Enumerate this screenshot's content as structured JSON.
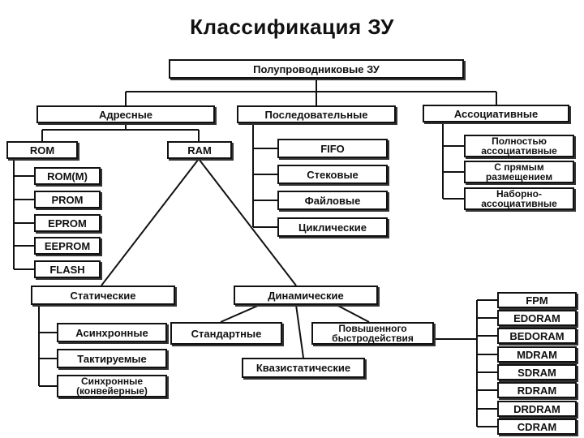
{
  "title": "Классификация ЗУ",
  "nodes": {
    "root": "Полупроводниковые ЗУ",
    "addressed": "Адресные",
    "sequential": "Последовательные",
    "associative": "Ассоциативные",
    "rom": "ROM",
    "ram": "RAM",
    "rom_m": "ROM(M)",
    "prom": "PROM",
    "eprom": "EPROM",
    "eeprom": "EEPROM",
    "flash": "FLASH",
    "fifo": "FIFO",
    "stack": "Стековые",
    "file": "Файловые",
    "cyclic": "Циклические",
    "full_assoc": "Полностью\nассоциативные",
    "direct_mapped": "С прямым\nразмещением",
    "set_assoc": "Наборно-\nассоциативные",
    "static": "Статические",
    "dynamic": "Динамические",
    "async": "Асинхронные",
    "clocked": "Тактируемые",
    "sync": "Синхронные\n(конвейерные)",
    "standard": "Стандартные",
    "high_speed": "Повышенного\nбыстродействия",
    "quasistatic": "Квазистатические",
    "fpm": "FPM",
    "edoram": "EDORAM",
    "bedoram": "BEDORAM",
    "mdram": "MDRAM",
    "sdram": "SDRAM",
    "rdram": "RDRAM",
    "drdram": "DRDRAM",
    "cdram": "CDRAM"
  }
}
